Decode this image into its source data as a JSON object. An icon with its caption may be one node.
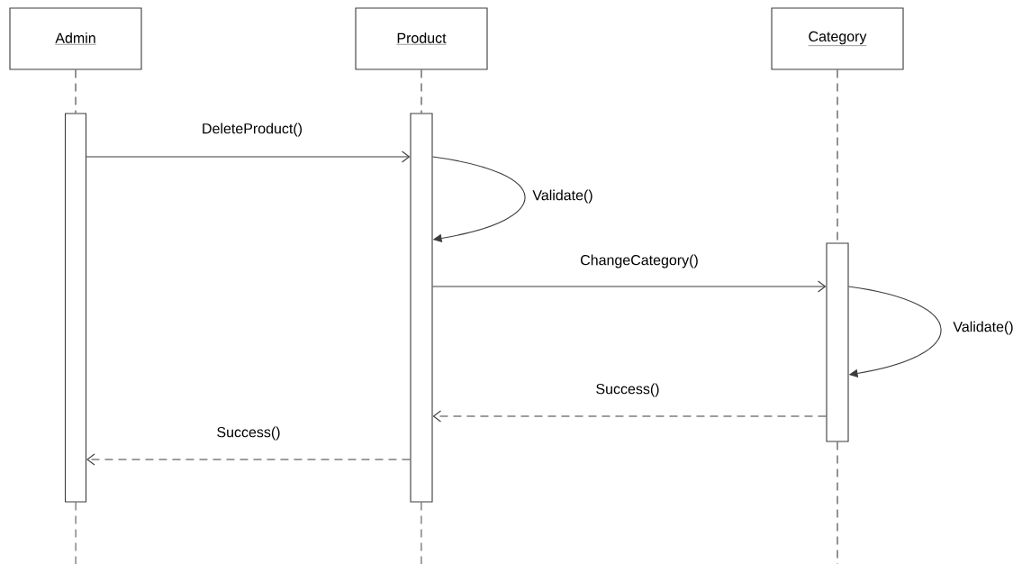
{
  "diagram": {
    "nodes": [
      {
        "text": [
          "Admin"
        ]
      },
      {
        "text": [
          "Product"
        ]
      },
      {
        "text": [
          "Category"
        ]
      },
      {
        "text": [],
        "shape": "bar"
      },
      {
        "text": [],
        "shape": "bar"
      },
      {
        "text": [],
        "shape": "bar"
      }
    ],
    "edges": [
      {
        "from": 3,
        "to": 4,
        "arrow": "to",
        "label": "DeleteProduct()"
      },
      {
        "from": 4,
        "to": 4,
        "arrow": "to",
        "label": "Validate()"
      },
      {
        "from": 4,
        "to": 5,
        "arrow": "to",
        "label": "ChangeCategory()"
      },
      {
        "from": 5,
        "to": 5,
        "arrow": "to",
        "label": "Validate()"
      },
      {
        "from": 5,
        "to": 4,
        "arrow": "to",
        "label": "Success()",
        "style": "dashed"
      },
      {
        "from": 4,
        "to": 3,
        "arrow": "to",
        "label": "Success()",
        "style": "dashed"
      },
      {
        "from": 0,
        "to": 3,
        "arrow": "none",
        "style": "dashed"
      },
      {
        "from": 1,
        "to": 4,
        "arrow": "none",
        "style": "dashed"
      },
      {
        "from": 2,
        "to": 5,
        "arrow": "none",
        "style": "dashed"
      },
      {
        "from": 3,
        "to": null,
        "arrow": "none",
        "style": "dashed"
      },
      {
        "from": 4,
        "to": null,
        "arrow": "none",
        "style": "dashed"
      },
      {
        "from": 5,
        "to": null,
        "arrow": "none",
        "style": "dashed"
      }
    ]
  }
}
